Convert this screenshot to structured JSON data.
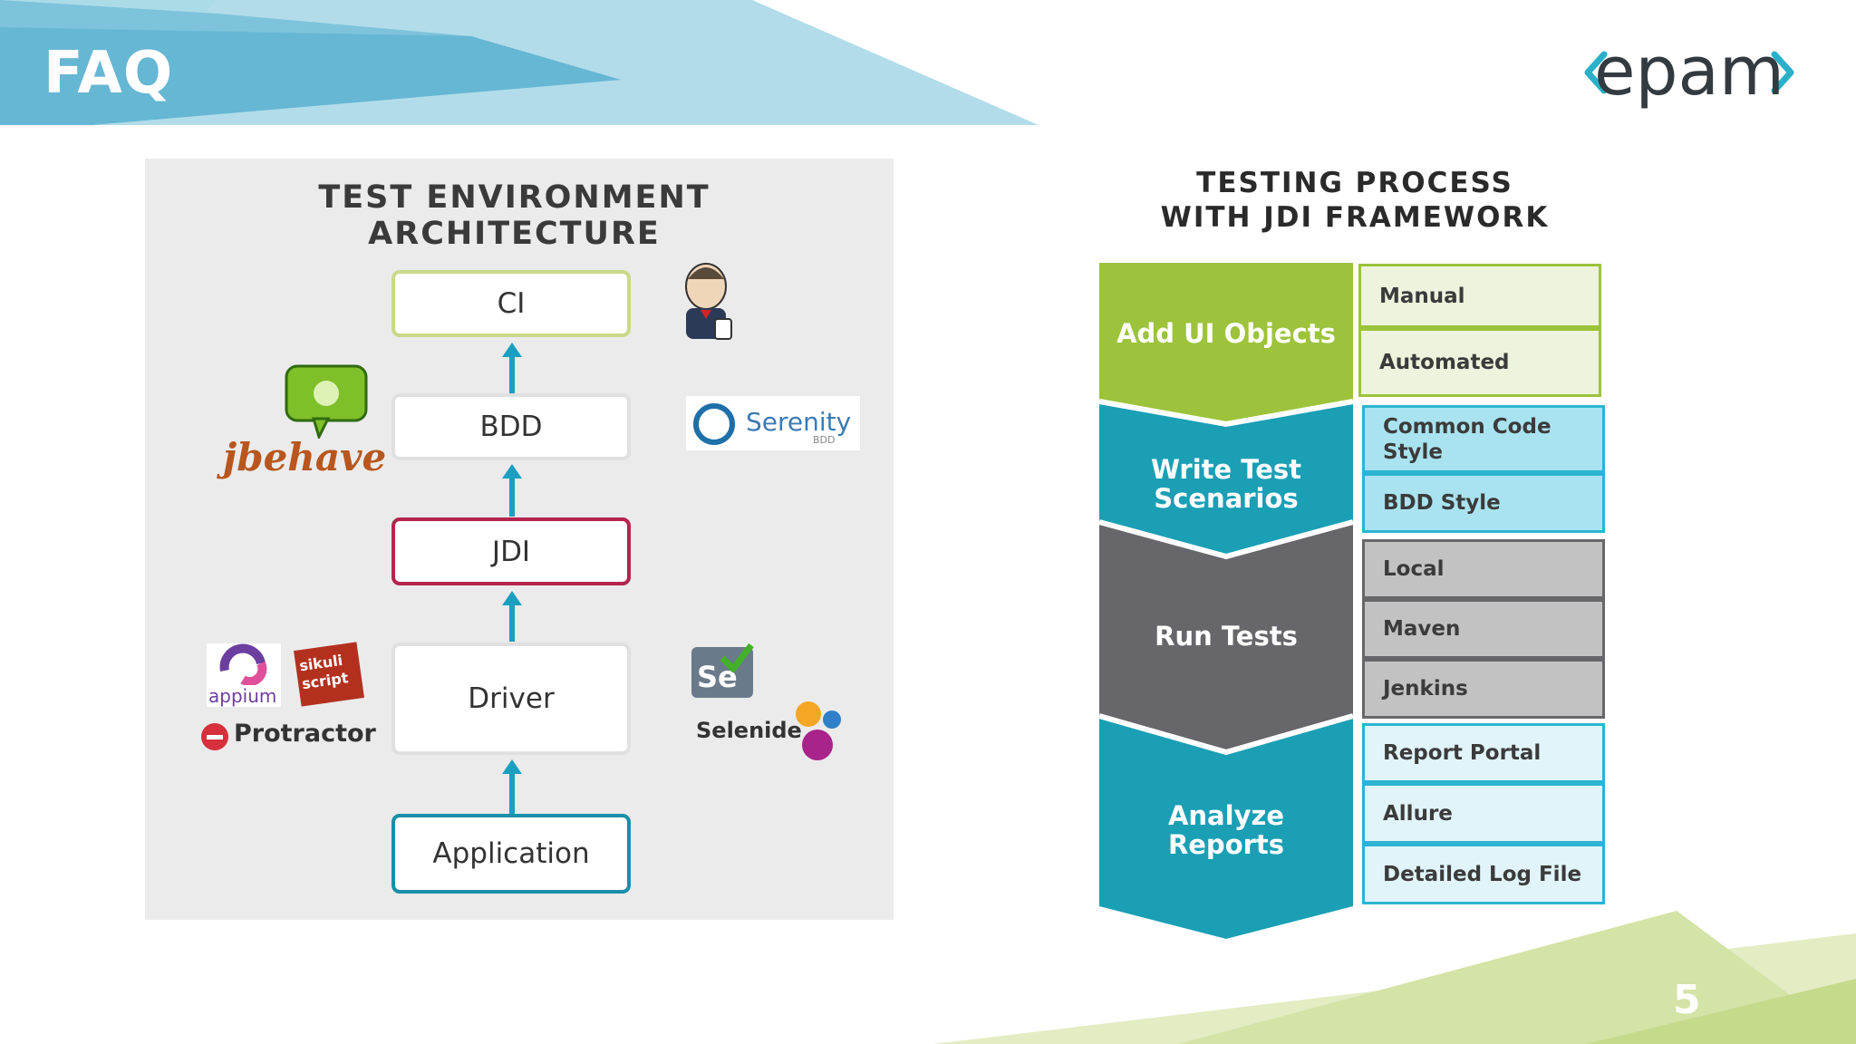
{
  "slide": {
    "title": "FAQ",
    "page_number": "5",
    "brand": "epam",
    "colors": {
      "accent_teal": "#1a9fc1",
      "accent_green": "#9cc33b",
      "gray": "#67666a"
    }
  },
  "architecture": {
    "title_line1": "TEST ENVIRONMENT",
    "title_line2": "ARCHITECTURE",
    "layers": [
      {
        "label": "CI",
        "border": "#c9d98a"
      },
      {
        "label": "BDD",
        "border": "#e0e0e0"
      },
      {
        "label": "JDI",
        "border": "#b5244f"
      },
      {
        "label": "Driver",
        "border": "#e0e0e0"
      },
      {
        "label": "Application",
        "border": "#1a8fa8"
      }
    ],
    "logos": {
      "jbehave": "jbehave",
      "serenity": "Serenity",
      "serenity_sub": "BDD",
      "appium": "appium",
      "sikuli": "sikuli script",
      "protractor": "Protractor",
      "se": "Se",
      "selenide": "Selenide"
    }
  },
  "process": {
    "title_line1": "TESTING PROCESS",
    "title_line2": "WITH JDI FRAMEWORK",
    "stages": [
      {
        "label": "Add UI Objects",
        "color": "#9cc33b",
        "items": [
          "Manual",
          "Automated"
        ]
      },
      {
        "label": "Write Test Scenarios",
        "color": "#1a9fb5",
        "items": [
          "Common Code Style",
          "BDD Style"
        ]
      },
      {
        "label": "Run Tests",
        "color": "#67666a",
        "items": [
          "Local",
          "Maven",
          "Jenkins"
        ]
      },
      {
        "label": "Analyze Reports",
        "color": "#1a9fb5",
        "items": [
          "Report Portal",
          "Allure",
          "Detailed Log File"
        ]
      }
    ]
  }
}
